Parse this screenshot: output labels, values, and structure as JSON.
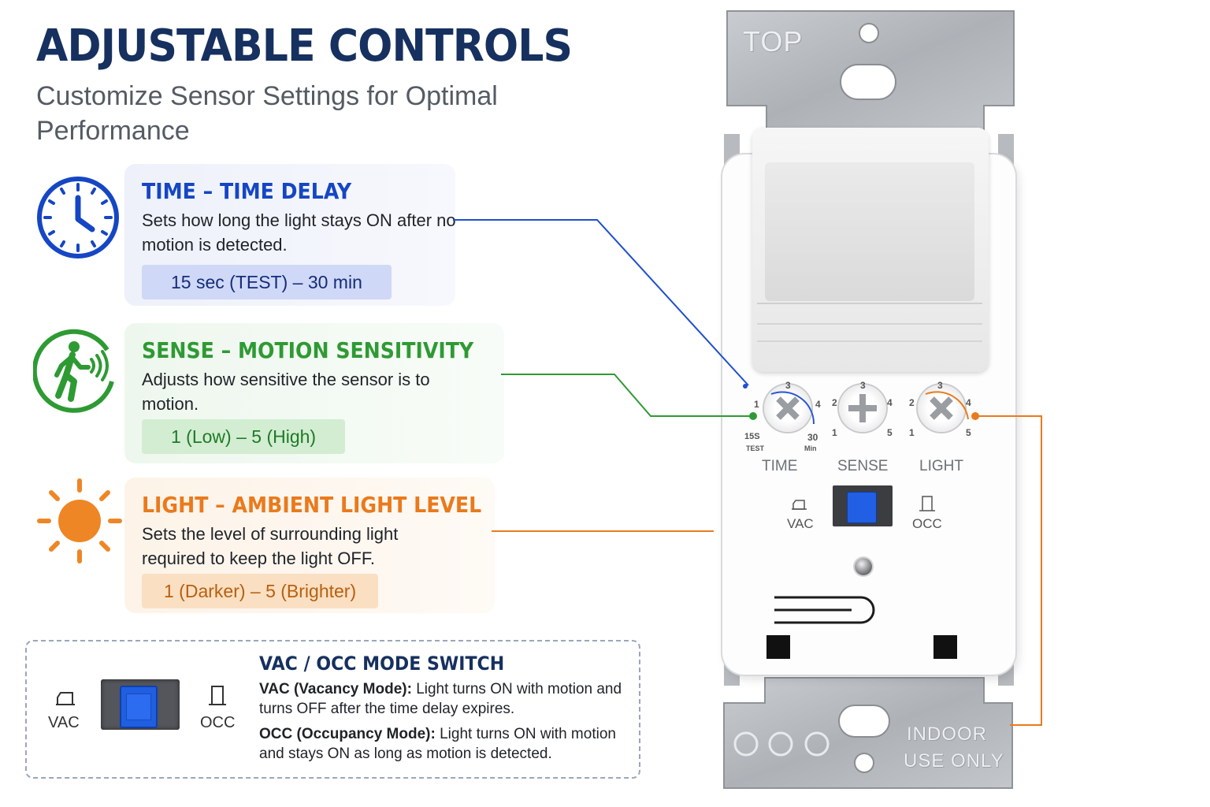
{
  "title": "ADJUSTABLE CONTROLS",
  "subtitle": "Customize Sensor Settings for Optimal Performance",
  "cards": {
    "time": {
      "title": "TIME – TIME DELAY",
      "description": "Sets how long the light stays ON after no motion is detected.",
      "range": "15 sec (TEST) – 30 min",
      "icon": "clock-icon",
      "color": "#1546c4"
    },
    "sense": {
      "title": "SENSE – MOTION SENSITIVITY",
      "description": "Adjusts how sensitive the sensor is to motion.",
      "range": "1 (Low) – 5 (High)",
      "icon": "walking-person-icon",
      "color": "#2e9a33"
    },
    "light": {
      "title": "LIGHT – AMBIENT LIGHT LEVEL",
      "description": "Sets the level of surrounding light required to keep the light OFF.",
      "range": "1 (Darker) – 5 (Brighter)",
      "icon": "sun-icon",
      "color": "#ea7a1c"
    }
  },
  "mode_switch": {
    "title": "VAC / OCC MODE SWITCH",
    "vac_bold": "VAC (Vacancy Mode):",
    "vac_text": " Light turns ON with motion and turns OFF after the time delay expires.",
    "occ_bold": "OCC (Occupancy Mode):",
    "occ_text": " Light turns ON with motion and stays ON as long as motion is detected.",
    "left_label": "VAC",
    "right_label": "OCC"
  },
  "device": {
    "top_text": "TOP",
    "dials": [
      {
        "label": "TIME",
        "n1": "1",
        "n2": "3",
        "n4": "4",
        "low": "15S",
        "low_sub": "TEST",
        "high": "30",
        "high_sub": "Min"
      },
      {
        "label": "SENSE",
        "n1": "1",
        "n2": "2",
        "n3": "3",
        "n4": "4",
        "n5": "5"
      },
      {
        "label": "LIGHT",
        "n1": "1",
        "n2": "2",
        "n3": "3",
        "n4": "4",
        "n5": "5"
      }
    ],
    "vac_label": "VAC",
    "occ_label": "OCC",
    "plate_text_1": "INDOOR",
    "plate_text_2": "USE ONLY"
  }
}
